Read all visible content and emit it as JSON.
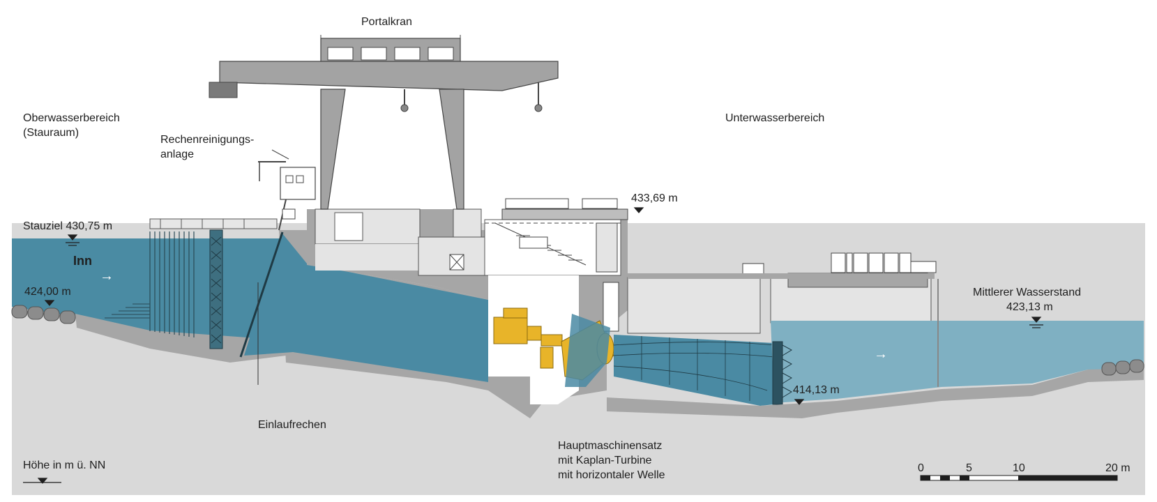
{
  "labels": {
    "portalkran": "Portalkran",
    "oberwasser_line1": "Oberwasserbereich",
    "oberwasser_line2": "(Stauraum)",
    "rechen_line1": "Rechenreinigungs-",
    "rechen_line2": "anlage",
    "unterwasser": "Unterwasserbereich",
    "elev_top": "433,69 m",
    "stauziel": "Stauziel 430,75 m",
    "river": "Inn",
    "elev_upstream_bottom": "424,00 m",
    "mittlerer_line1": "Mittlerer Wasserstand",
    "mittlerer_line2": "423,13 m",
    "elev_downstream_bottom": "414,13 m",
    "einlauf": "Einlaufrechen",
    "haupt_line1": "Hauptmaschinensatz",
    "haupt_line2": "mit Kaplan-Turbine",
    "haupt_line3": "mit horizontaler Welle",
    "legend_hoehe": "Höhe in m ü. NN"
  },
  "scale_bar": {
    "ticks": [
      "0",
      "5",
      "10",
      "20 m"
    ]
  },
  "flow_arrows": [
    "→",
    "→"
  ],
  "colors": {
    "upstream_water": "#4a8ba3",
    "intake_water": "#4a8aa3",
    "downstream_water": "#7fb0c2",
    "concrete": "#a6a6a6",
    "ground": "#d9d9d9",
    "turbine": "#e8b429",
    "building_light": "#e4e4e4",
    "crane": "#a3a3a3"
  }
}
